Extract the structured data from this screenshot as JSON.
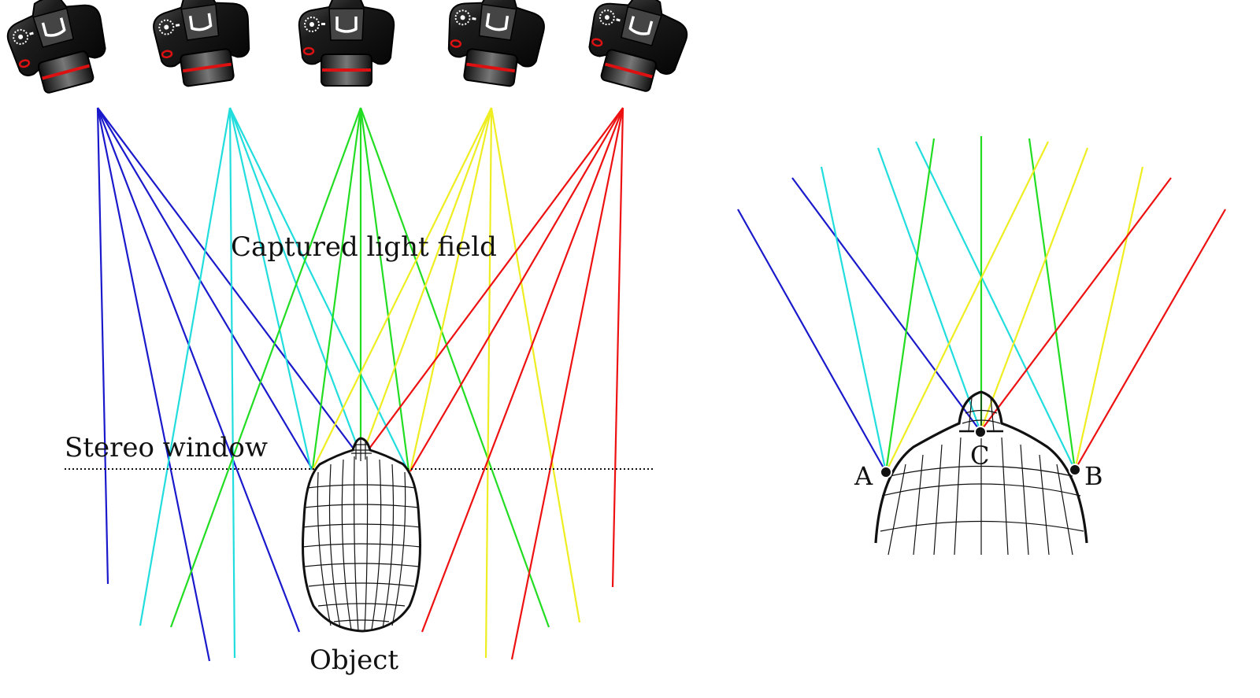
{
  "labels": {
    "captured_light_field": "Captured light field",
    "stereo_window": "Stereo window",
    "object": "Object",
    "point_a": "A",
    "point_b": "B",
    "point_c": "C"
  },
  "colors": {
    "camera1": "#1a1acc",
    "camera2": "#22dddd",
    "camera3": "#22dd22",
    "camera4": "#eeee22",
    "camera5": "#ee1111",
    "ink": "#111111",
    "camera_body": "#1b1b1b",
    "camera_accent": "#dd1111"
  },
  "icons": {
    "cameras": [
      "camera-icon",
      "camera-icon",
      "camera-icon",
      "camera-icon",
      "camera-icon"
    ]
  }
}
